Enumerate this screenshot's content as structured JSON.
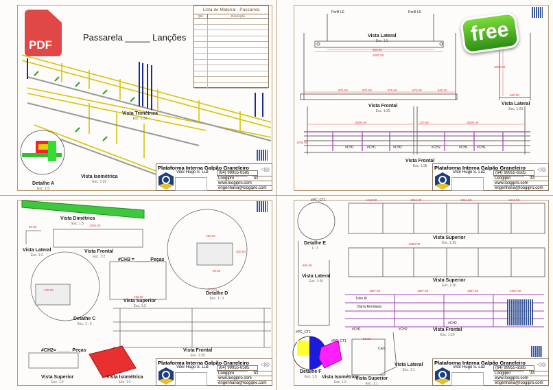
{
  "title_block": {
    "project": "Plataforma Interna Galpão Graneleiro",
    "author": "Vitor Hugo S. Luz",
    "phone": "(64) 99955-6585",
    "company": "Loogipro",
    "website": "www.loogipro.com",
    "email": "engenharia@loogipro.com",
    "format": "A3"
  },
  "sheet1": {
    "pdf_label": "PDF",
    "title": "Passarela _____ Lanções",
    "bom_title": "Lista de Material - Passarela",
    "bom_qty": "Qtd.",
    "bom_desc": "Descrição",
    "views": [
      {
        "name": "Vista Trimétrica",
        "scale": "Esc. 1:30"
      },
      {
        "name": "Vista Isométrica",
        "scale": "Esc. 1:25"
      },
      {
        "name": "Detalhe A",
        "scale": "Esc. 1:5"
      }
    ]
  },
  "sheet2": {
    "free_badge": "free",
    "tags": [
      "Perfil LE",
      "Perfil LD",
      "#CH1",
      "#CH1",
      "#CH2",
      "#CH2",
      "#CH1",
      "#CH1"
    ],
    "dims": [
      "800.00",
      "1000.00",
      "975.00",
      "975.00",
      "975.00",
      "975.00",
      "940.00",
      "6000.00",
      "170.00",
      "6000.00",
      "1200.00",
      "2000.00",
      "600.00"
    ],
    "views": [
      {
        "name": "Vista Lateral",
        "scale": "Esc. 1:5"
      },
      {
        "name": "Vista Frontal",
        "scale": "Esc. 1:25"
      },
      {
        "name": "Vista Lateral",
        "scale": "Esc. 1:25"
      },
      {
        "name": "Vista Frontal",
        "scale": "Esc. 1:35"
      }
    ]
  },
  "sheet3": {
    "ch3_title": "#CH3 = _____ Peças",
    "ch2_title": "#CH2= _____ Peças",
    "dims": [
      "1000.00",
      "50.80",
      "120.00",
      "150.00",
      "170.00",
      "80.00",
      "200.00",
      "160.00"
    ],
    "views": [
      {
        "name": "Vista Dimétrica",
        "scale": "Esc. 1:5"
      },
      {
        "name": "Vista Lateral",
        "scale": "Esc. 1:2"
      },
      {
        "name": "Vista Frontal",
        "scale": "Esc. 1:2"
      },
      {
        "name": "Vista Superior",
        "scale": "Esc. 1:2"
      },
      {
        "name": "Detalhe C",
        "scale": "Esc. 1 : 3"
      },
      {
        "name": "Detalhe D",
        "scale": "Esc. 1 : 3"
      },
      {
        "name": "Vista Frontal",
        "scale": "Esc. 1:20"
      },
      {
        "name": "Vista Superior",
        "scale": "Esc. 1:2"
      },
      {
        "name": "Vista Isométrica",
        "scale": "Esc. 1:2"
      }
    ]
  },
  "sheet4": {
    "tags": [
      "#PC_CT1",
      "#PC_CT1",
      "#PC_CT1",
      "Tubo Ø",
      "Barra Renidada",
      "#CH1",
      "#CH2",
      "#CH2",
      "Cant."
    ],
    "dims": [
      "1412.90",
      "1364.30",
      "1364.30",
      "1412.90",
      "5850.00",
      "1687.50",
      "1687.50",
      "1687.50",
      "1687.50",
      "850.00",
      "50.00"
    ],
    "views": [
      {
        "name": "Detalhe E",
        "scale": "1 : 3"
      },
      {
        "name": "Vista Superior",
        "scale": "Esc. 1:25"
      },
      {
        "name": "Vista Superior",
        "scale": "Esc. 1:20"
      },
      {
        "name": "Vista Lateral",
        "scale": "Esc. 1:20"
      },
      {
        "name": "Vista Frontal",
        "scale": "Esc. 1:20"
      },
      {
        "name": "Detalhe F",
        "scale": "Esc. 1:5"
      },
      {
        "name": "Vista Isométrica",
        "scale": "Esc. 1:2"
      },
      {
        "name": "Vista Superior",
        "scale": "Esc. 1:1"
      },
      {
        "name": "Vista Lateral",
        "scale": "Esc. 1:1"
      }
    ]
  }
}
